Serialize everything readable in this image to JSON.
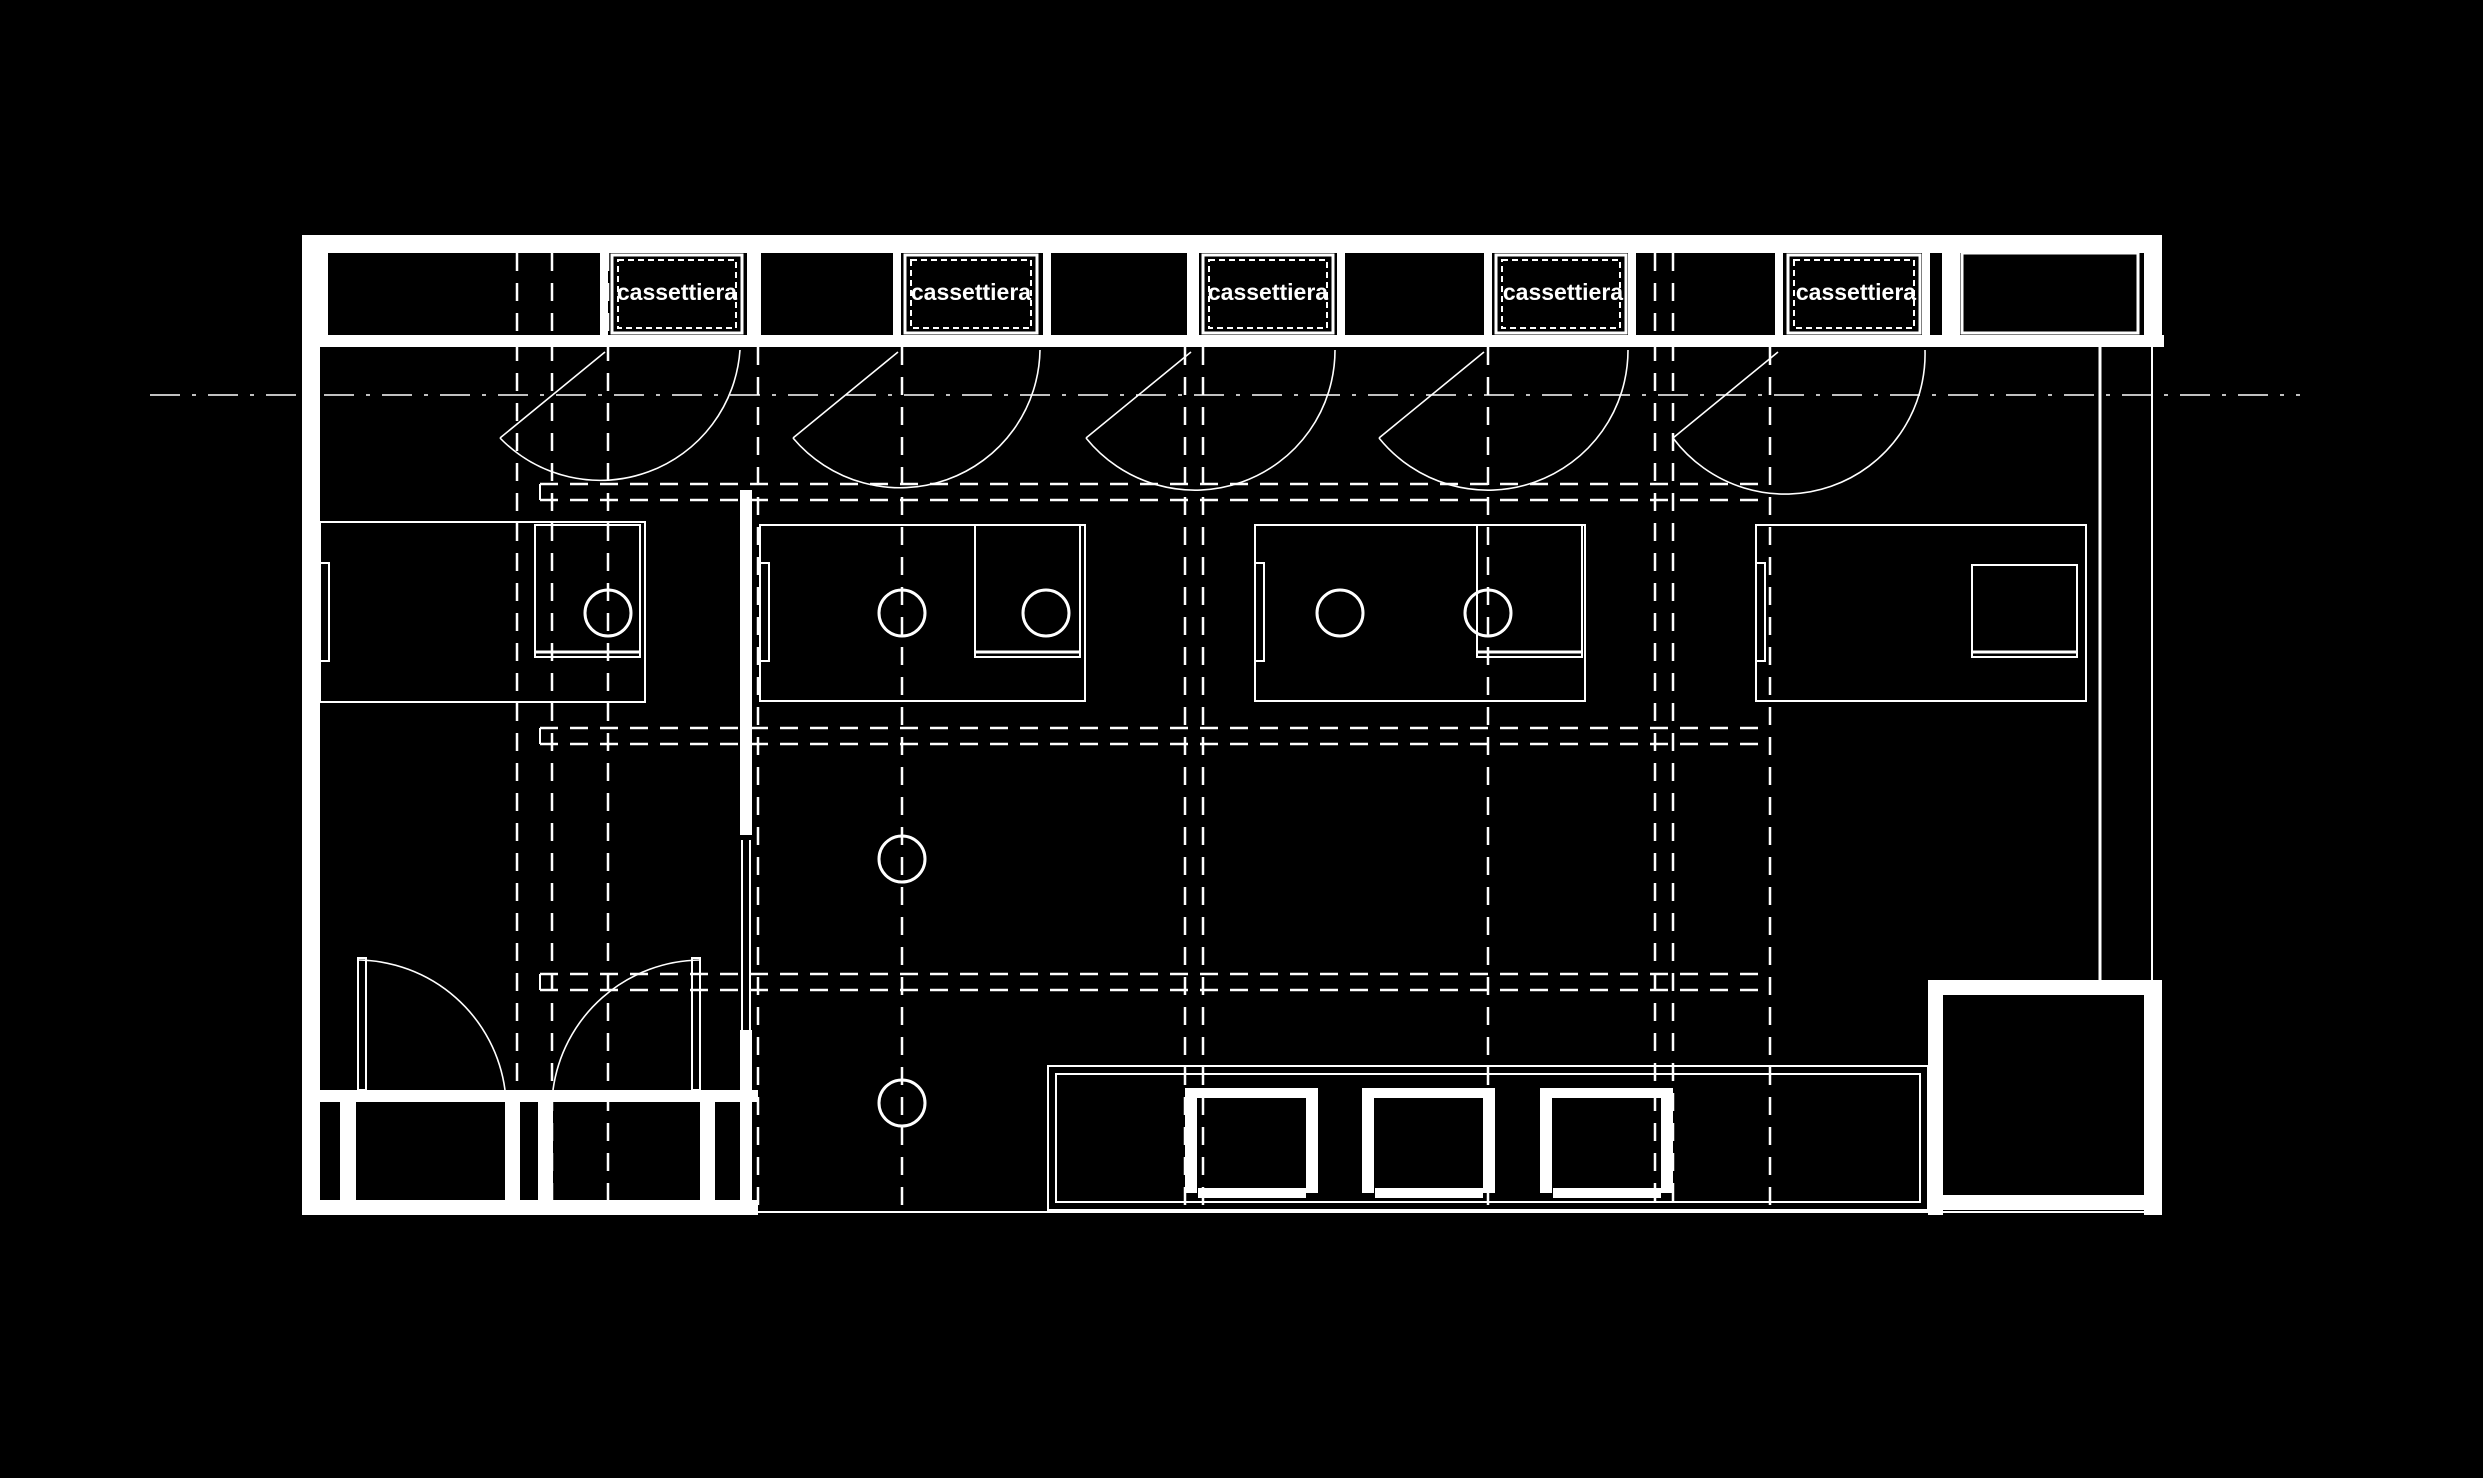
{
  "drawing": {
    "background": "#000000",
    "line_color": "#ffffff",
    "drawer_label": "cassettiera"
  },
  "drawer_units": [
    {
      "id": 1,
      "label": "cassettiera"
    },
    {
      "id": 2,
      "label": "cassettiera"
    },
    {
      "id": 3,
      "label": "cassettiera"
    },
    {
      "id": 4,
      "label": "cassettiera"
    },
    {
      "id": 5,
      "label": "cassettiera"
    }
  ]
}
